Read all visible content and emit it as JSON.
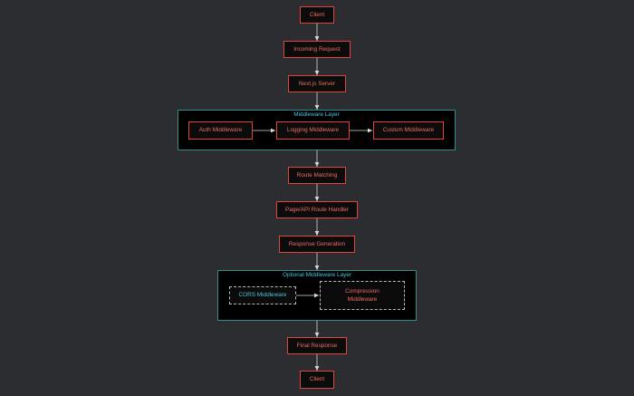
{
  "nodes": {
    "client_top": "Client",
    "incoming_request": "Incoming Request",
    "nextjs_server": "Next.js Server",
    "auth_middleware": "Auth Middleware",
    "logging_middleware": "Logging Middleware",
    "custom_middleware": "Custom Middleware",
    "route_matching": "Route Matching",
    "page_api_route_handler": "Page/API Route Handler",
    "response_generation": "Response Generation",
    "cors_middleware": "CORS Middleware",
    "compression_middleware": "Compression Middleware",
    "final_response": "Final Response",
    "client_bottom": "Client"
  },
  "groups": {
    "middleware_layer": "Middleware Layer",
    "optional_middleware_layer": "Optional Middleware Layer"
  },
  "colors": {
    "background": "#2b2d31",
    "node_fill": "#0c0c0c",
    "node_border": "#e0443e",
    "node_text": "#ee6c5f",
    "group_border": "#2e8f8a",
    "group_text": "#4cc4d6",
    "edge": "#d9d9d9"
  }
}
